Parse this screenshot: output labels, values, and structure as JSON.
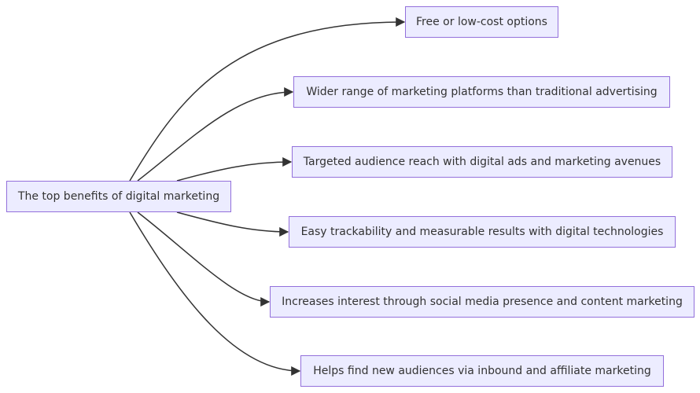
{
  "diagram": {
    "type": "flowchart-LR",
    "root": {
      "id": "root",
      "label": "The top benefits of digital marketing"
    },
    "children": [
      {
        "id": "c1",
        "label": "Free or low-cost options"
      },
      {
        "id": "c2",
        "label": "Wider range of marketing platforms than traditional advertising"
      },
      {
        "id": "c3",
        "label": "Targeted audience reach with digital ads and marketing avenues"
      },
      {
        "id": "c4",
        "label": "Easy trackability and measurable results with digital technologies"
      },
      {
        "id": "c5",
        "label": "Increases interest through social media presence and content marketing"
      },
      {
        "id": "c6",
        "label": "Helps find new audiences via inbound and affiliate marketing"
      }
    ],
    "edges": [
      {
        "from": "root",
        "to": "c1"
      },
      {
        "from": "root",
        "to": "c2"
      },
      {
        "from": "root",
        "to": "c3"
      },
      {
        "from": "root",
        "to": "c4"
      },
      {
        "from": "root",
        "to": "c5"
      },
      {
        "from": "root",
        "to": "c6"
      }
    ],
    "colors": {
      "node_fill": "#ececff",
      "node_border": "#9370db",
      "edge": "#333333",
      "text": "#333333"
    }
  }
}
